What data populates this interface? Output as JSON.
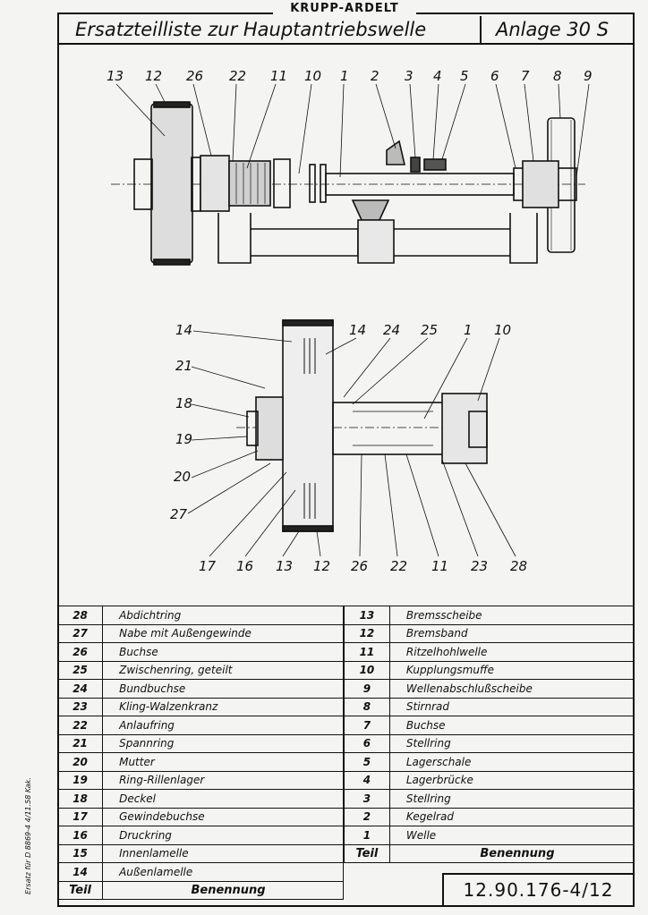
{
  "header": {
    "company": "KRUPP-ARDELT",
    "title": "Ersatzteilliste zur Hauptantriebswelle",
    "anlage": "Anlage 30 S"
  },
  "drawing_top": {
    "labels": [
      "13",
      "12",
      "26",
      "22",
      "11",
      "10",
      "1",
      "2",
      "3",
      "4",
      "5",
      "6",
      "7",
      "8",
      "9"
    ]
  },
  "drawing_bottom": {
    "labels_left": [
      "14",
      "21",
      "18",
      "19",
      "20",
      "27"
    ],
    "labels_top": [
      "14",
      "24",
      "25",
      "1",
      "10"
    ],
    "labels_bottom": [
      "17",
      "16",
      "13",
      "12",
      "26",
      "22",
      "11",
      "23",
      "28"
    ]
  },
  "parts_left": [
    {
      "nr": "28",
      "name": "Abdichtring"
    },
    {
      "nr": "27",
      "name": "Nabe mit Außengewinde"
    },
    {
      "nr": "26",
      "name": "Buchse"
    },
    {
      "nr": "25",
      "name": "Zwischenring, geteilt"
    },
    {
      "nr": "24",
      "name": "Bundbuchse"
    },
    {
      "nr": "23",
      "name": "Kling-Walzenkranz"
    },
    {
      "nr": "22",
      "name": "Anlaufring"
    },
    {
      "nr": "21",
      "name": "Spannring"
    },
    {
      "nr": "20",
      "name": "Mutter"
    },
    {
      "nr": "19",
      "name": "Ring-Rillenlager"
    },
    {
      "nr": "18",
      "name": "Deckel"
    },
    {
      "nr": "17",
      "name": "Gewindebuchse"
    },
    {
      "nr": "16",
      "name": "Druckring"
    },
    {
      "nr": "15",
      "name": "Innenlamelle"
    },
    {
      "nr": "14",
      "name": "Außenlamelle"
    }
  ],
  "parts_right": [
    {
      "nr": "13",
      "name": "Bremsscheibe"
    },
    {
      "nr": "12",
      "name": "Bremsband"
    },
    {
      "nr": "11",
      "name": "Ritzelhohlwelle"
    },
    {
      "nr": "10",
      "name": "Kupplungsmuffe"
    },
    {
      "nr": "9",
      "name": "Wellenabschlußscheibe"
    },
    {
      "nr": "8",
      "name": "Stirnrad"
    },
    {
      "nr": "7",
      "name": "Buchse"
    },
    {
      "nr": "6",
      "name": "Stellring"
    },
    {
      "nr": "5",
      "name": "Lagerschale"
    },
    {
      "nr": "4",
      "name": "Lagerbrücke"
    },
    {
      "nr": "3",
      "name": "Stellring"
    },
    {
      "nr": "2",
      "name": "Kegelrad"
    },
    {
      "nr": "1",
      "name": "Welle"
    }
  ],
  "table_head": {
    "teil": "Teil",
    "benennung": "Benennung"
  },
  "drawing_number": "12.90.176-4/12",
  "side_note": "Ersatz für D 8869-4 4/11.58 Kak."
}
